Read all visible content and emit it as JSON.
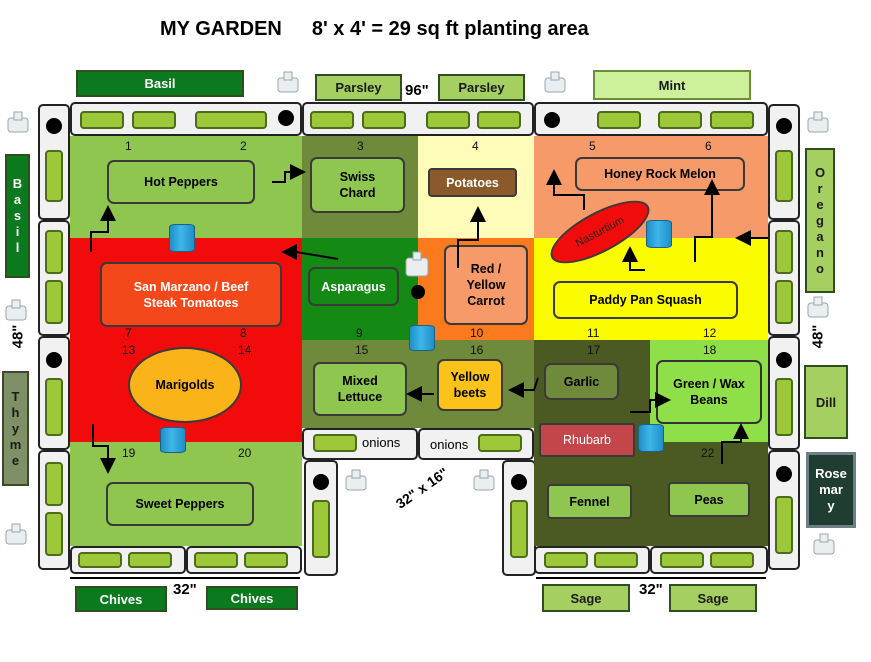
{
  "title": {
    "left": "MY GARDEN",
    "right": "8' x 4' = 29 sq ft planting area"
  },
  "dimensions": {
    "top": "96\"",
    "left": "48\"",
    "right": "48\"",
    "middle": "32\" x 16\"",
    "bottom_left": "32\"",
    "bottom_right": "32\""
  },
  "herbs": {
    "basil_top": "Basil",
    "parsley_1": "Parsley",
    "parsley_2": "Parsley",
    "mint": "Mint",
    "basil_side": [
      "B",
      "a",
      "s",
      "i",
      "l"
    ],
    "oregano": [
      "O",
      "r",
      "e",
      "g",
      "a",
      "n",
      "o"
    ],
    "thyme": [
      "T",
      "h",
      "y",
      "m",
      "e"
    ],
    "dill": "Dill",
    "rosemary": [
      "Rose",
      "mar",
      "y"
    ],
    "chives_1": "Chives",
    "chives_2": "Chives",
    "sage_1": "Sage",
    "sage_2": "Sage"
  },
  "cell_numbers": [
    "1",
    "2",
    "3",
    "4",
    "5",
    "6",
    "7",
    "8",
    "9",
    "10",
    "11",
    "12",
    "13",
    "14",
    "15",
    "16",
    "17",
    "18",
    "19",
    "20",
    "22"
  ],
  "plants": {
    "hot_peppers": "Hot Peppers",
    "swiss_chard": [
      "Swiss",
      "Chard"
    ],
    "potatoes": "Potatoes",
    "honey_rock_melon": "Honey Rock Melon",
    "nasturtium": "Nasturtium",
    "tomatoes": [
      "San Marzano / Beef",
      "Steak Tomatoes"
    ],
    "asparagus": "Asparagus",
    "carrot": [
      "Red /",
      "Yellow",
      "Carrot"
    ],
    "paddy_pan_squash": "Paddy Pan Squash",
    "marigolds": "Marigolds",
    "mixed_lettuce": [
      "Mixed",
      "Lettuce"
    ],
    "yellow_beets": [
      "Yellow",
      "beets"
    ],
    "garlic": "Garlic",
    "beans": [
      "Green / Wax",
      "Beans"
    ],
    "rhubarb": "Rhubarb",
    "sweet_peppers": "Sweet Peppers",
    "onions_1": "onions",
    "onions_2": "onions",
    "fennel": "Fennel",
    "peas": "Peas"
  },
  "colors": {
    "light_green": "#8fc64f",
    "olive": "#6e8a3a",
    "pale_yellow": "#fefcb8",
    "salmon": "#f79a6a",
    "red": "#f20b0b",
    "dark_green": "#148a14",
    "orange": "#fb7a1e",
    "yellow": "#fcfc00",
    "dark_olive": "#4b5a22",
    "bright_green": "#8fe048"
  }
}
